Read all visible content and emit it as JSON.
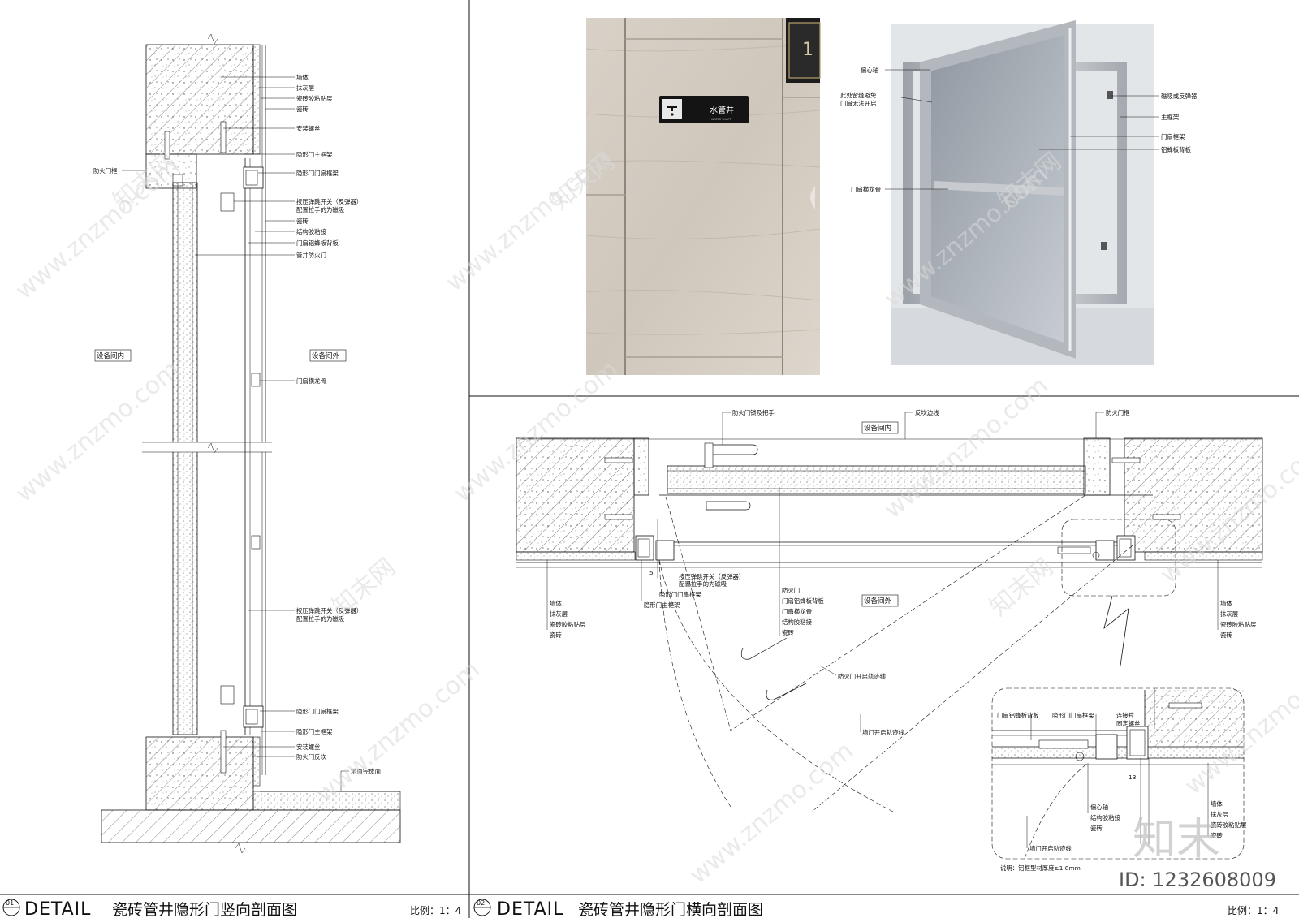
{
  "sheet": {
    "width": 1600,
    "height": 1131
  },
  "left_detail": {
    "number": "01",
    "word": "DETAIL",
    "title": "瓷砖管井隐形门竖向剖面图",
    "scale": "比例：1：4",
    "zone_inner": "设备间内",
    "zone_outer": "设备间外",
    "labels_right": [
      "墙体",
      "抹灰层",
      "瓷砖胶粘贴层",
      "瓷砖",
      "安装螺丝",
      "隐形门主框架",
      "隐形门门扇框架",
      "按压弹跳开关（反弹器）",
      "配置拉手的为磁吸",
      "瓷砖",
      "结构胶粘接",
      "门扇铝蜂板背板",
      "管井防火门",
      "门扇横龙骨",
      "按压弹跳开关（反弹器）",
      "配置拉手的为磁吸",
      "隐形门门扇框架",
      "隐形门主框架",
      "安装螺丝",
      "防火门反坎",
      "地面完成面"
    ],
    "label_left": "防火门框"
  },
  "photo_door": {
    "sign_text": "水管井",
    "sign_sub": "WATER SHAFT",
    "plate_text": "1"
  },
  "photo_frame": {
    "labels_left": [
      "偏心轴",
      "此处留缝避免",
      "门扇无法开启",
      "门扇横龙骨"
    ],
    "labels_right": [
      "磁吸或反弹器",
      "主框架",
      "门扇框架",
      "铝蜂板背板"
    ]
  },
  "right_detail": {
    "number": "02",
    "word": "DETAIL",
    "title": "瓷砖管井隐形门横向剖面图",
    "scale": "比例：1：4",
    "zone_inner": "设备间内",
    "zone_outer": "设备间外",
    "top_labels": [
      "防火门锁及把手",
      "反坎边线",
      "防火门框"
    ],
    "left_layers": [
      "墙体",
      "抹灰层",
      "瓷砖胶粘贴层",
      "瓷砖"
    ],
    "right_layers": [
      "墙体",
      "抹灰层",
      "瓷砖胶粘贴层",
      "瓷砖"
    ],
    "mid_labels": [
      "按压弹跳开关（反弹器）",
      "配置拉手的为磁吸",
      "隐形门门扇框架",
      "隐形门主框架",
      "防火门",
      "门扇铝蜂板背板",
      "门扇横龙骨",
      "结构胶粘接",
      "瓷砖"
    ],
    "arc_labels": [
      "防火门开启轨迹线",
      "墙门开启轨迹线"
    ],
    "dim_text": "5"
  },
  "inset_detail": {
    "labels_top": [
      "门扇铝蜂板背板",
      "隐形门门扇框架",
      "连接片",
      "固定螺丝"
    ],
    "labels_bottom": [
      "偏心轴",
      "结构胶粘接",
      "瓷砖"
    ],
    "labels_right": [
      "墙体",
      "抹灰层",
      "瓷砖胶粘贴层",
      "瓷砖"
    ],
    "arc_label": "墙门开启轨迹线",
    "note": "说明：铝框型材厚度≥1.8mm",
    "dim_text": "13"
  },
  "watermarks": {
    "url": "www.znzmo.com",
    "brand": "知末网",
    "logo_text": "知末",
    "id_text": "ID: 1232608009"
  },
  "colors": {
    "line": "#111111",
    "hatch": "#333333",
    "watermark": "#d8d8d8",
    "photo_stone": "#d9d2c8",
    "photo_bg": "#e4e7ea",
    "aluminium": "#b8bcc2"
  }
}
